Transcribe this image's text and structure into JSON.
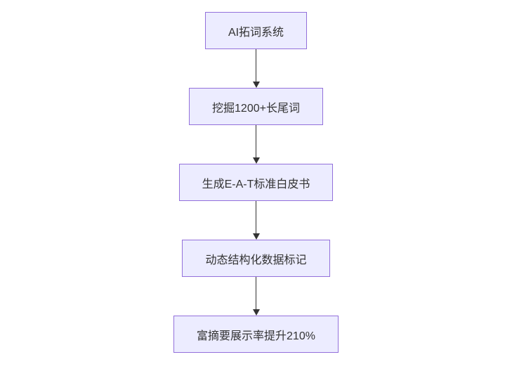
{
  "diagram": {
    "type": "flowchart",
    "direction": "top-down",
    "nodes": [
      {
        "id": "n1",
        "label": "AI拓词系统"
      },
      {
        "id": "n2",
        "label": "挖掘1200+长尾词"
      },
      {
        "id": "n3",
        "label": "生成E-A-T标准白皮书"
      },
      {
        "id": "n4",
        "label": "动态结构化数据标记"
      },
      {
        "id": "n5",
        "label": "富摘要展示率提升210%"
      }
    ],
    "edges": [
      {
        "from": "n1",
        "to": "n2"
      },
      {
        "from": "n2",
        "to": "n3"
      },
      {
        "from": "n3",
        "to": "n4"
      },
      {
        "from": "n4",
        "to": "n5"
      }
    ],
    "colors": {
      "background": "#ffffff",
      "node_fill": "#ececff",
      "node_border": "#9370db",
      "arrow": "#333333",
      "text": "#333333"
    }
  }
}
